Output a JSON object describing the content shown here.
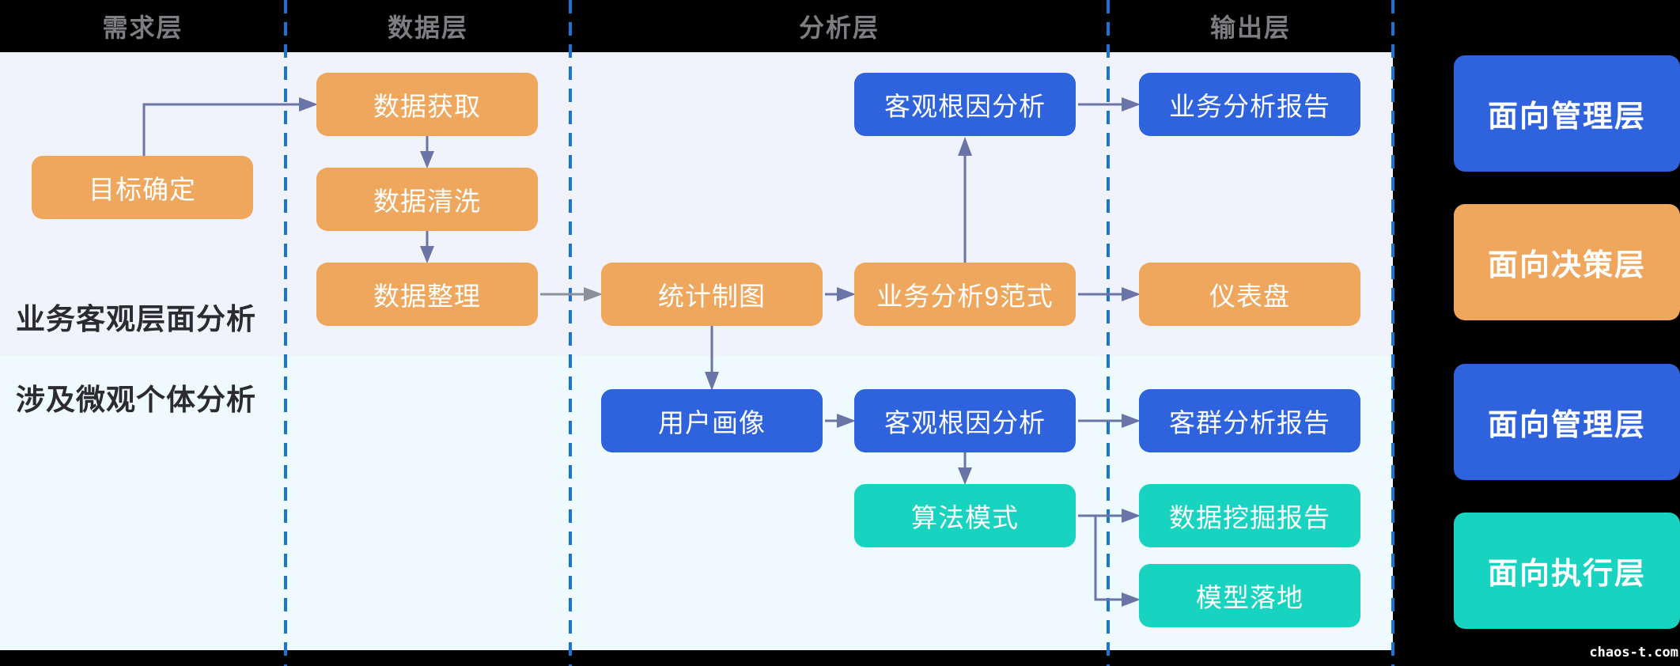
{
  "header": {
    "columns": [
      {
        "label": "需求层"
      },
      {
        "label": "数据层"
      },
      {
        "label": "分析层"
      },
      {
        "label": "输出层"
      }
    ]
  },
  "rows": [
    {
      "label": "业务客观层面分析"
    },
    {
      "label": "涉及微观个体分析"
    }
  ],
  "boxes": {
    "goal": {
      "label": "目标确定",
      "color": "orange"
    },
    "acquire": {
      "label": "数据获取",
      "color": "orange"
    },
    "clean": {
      "label": "数据清洗",
      "color": "orange"
    },
    "organize": {
      "label": "数据整理",
      "color": "orange"
    },
    "chart": {
      "label": "统计制图",
      "color": "orange"
    },
    "paradigm": {
      "label": "业务分析9范式",
      "color": "orange"
    },
    "root_top": {
      "label": "客观根因分析",
      "color": "blue"
    },
    "biz_report": {
      "label": "业务分析报告",
      "color": "blue"
    },
    "dashboard": {
      "label": "仪表盘",
      "color": "orange"
    },
    "persona": {
      "label": "用户画像",
      "color": "blue"
    },
    "root_bottom": {
      "label": "客观根因分析",
      "color": "blue"
    },
    "algo": {
      "label": "算法模式",
      "color": "teal"
    },
    "cust_report": {
      "label": "客群分析报告",
      "color": "blue"
    },
    "mining": {
      "label": "数据挖掘报告",
      "color": "teal"
    },
    "landing": {
      "label": "模型落地",
      "color": "teal"
    }
  },
  "audience": [
    {
      "label": "面向管理层",
      "color": "blue"
    },
    {
      "label": "面向决策层",
      "color": "orange"
    },
    {
      "label": "面向管理层",
      "color": "blue"
    },
    {
      "label": "面向执行层",
      "color": "teal"
    }
  ],
  "edges": [
    {
      "from": "goal",
      "to": "acquire"
    },
    {
      "from": "acquire",
      "to": "clean"
    },
    {
      "from": "clean",
      "to": "organize"
    },
    {
      "from": "organize",
      "to": "chart"
    },
    {
      "from": "chart",
      "to": "paradigm"
    },
    {
      "from": "paradigm",
      "to": "root_top"
    },
    {
      "from": "root_top",
      "to": "biz_report"
    },
    {
      "from": "paradigm",
      "to": "dashboard"
    },
    {
      "from": "chart",
      "to": "persona"
    },
    {
      "from": "persona",
      "to": "root_bottom"
    },
    {
      "from": "root_bottom",
      "to": "cust_report"
    },
    {
      "from": "root_bottom",
      "to": "algo"
    },
    {
      "from": "algo",
      "to": "mining"
    },
    {
      "from": "algo",
      "to": "landing"
    }
  ],
  "watermark": {
    "text": "chaos-t.com"
  },
  "palette": {
    "orange": "#efa75e",
    "blue": "#2f62dd",
    "teal": "#17d3c0",
    "row1_bg": "#f0f3fc",
    "row2_bg": "#eefafe",
    "header_bg": "#000000",
    "header_text": "#7d7d82",
    "row_label_text": "#2b2b30",
    "divider_dashed": "#1b74cf",
    "arrow": "#6b74a7",
    "arrow_gray": "#8b909b"
  }
}
